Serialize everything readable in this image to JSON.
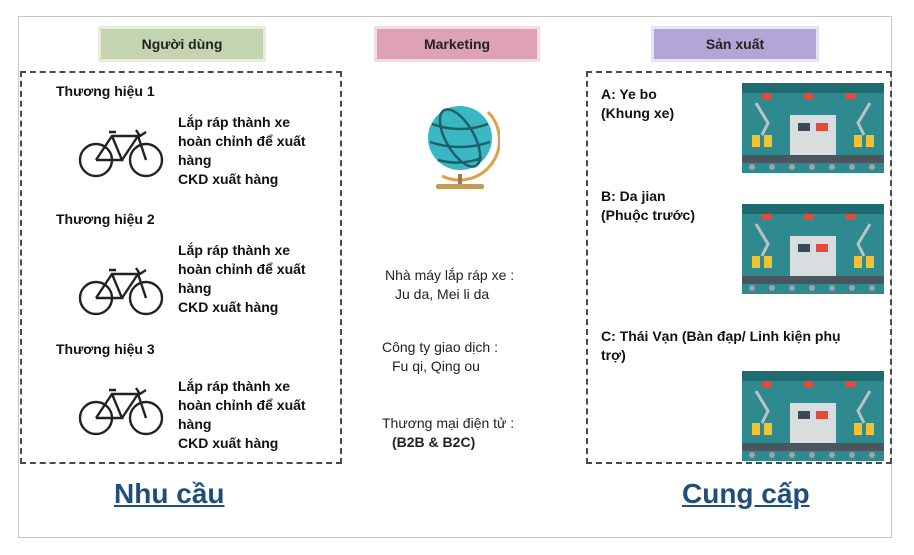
{
  "headers": {
    "users": "Người dùng",
    "marketing": "Marketing",
    "production": "Sản xuất"
  },
  "brands": [
    {
      "name": "Thương hiệu 1",
      "desc": [
        "Lắp ráp thành xe",
        "hoàn chỉnh để xuất",
        "hàng",
        "CKD xuất hàng"
      ]
    },
    {
      "name": "Thương hiệu 2",
      "desc": [
        "Lắp ráp thành xe",
        "hoàn chỉnh để xuất",
        "hàng",
        "CKD xuất hàng"
      ]
    },
    {
      "name": "Thương hiệu 3",
      "desc": [
        "Lắp ráp thành xe",
        "hoàn chỉnh để xuất",
        "hàng",
        "CKD xuất hàng"
      ]
    }
  ],
  "marketing": [
    {
      "label": "Nhà máy lắp ráp xe :",
      "value": "Ju da, Mei li da"
    },
    {
      "label": "Công ty giao dịch :",
      "value": "Fu qi, Qing ou"
    },
    {
      "label": "Thương mại điện tử :",
      "value": "(B2B & B2C)"
    }
  ],
  "suppliers": [
    {
      "line1": "A: Ye bo",
      "line2": "(Khung xe)"
    },
    {
      "line1": "B: Da jian",
      "line2": "(Phuộc trước)"
    },
    {
      "line1": "C: Thái Vạn (Bàn đạp/ Linh kiện phụ",
      "line2": "trợ)"
    }
  ],
  "footer": {
    "demand": "Nhu cầu",
    "supply": "Cung cấp"
  },
  "colors": {
    "users_header": "#c4d4b0",
    "marketing_header": "#dea2b4",
    "production_header": "#b3a6d6",
    "footer_text": "#1f4e79",
    "globe": "#3bb7c4",
    "factory_bg": "#2f8a8f"
  }
}
